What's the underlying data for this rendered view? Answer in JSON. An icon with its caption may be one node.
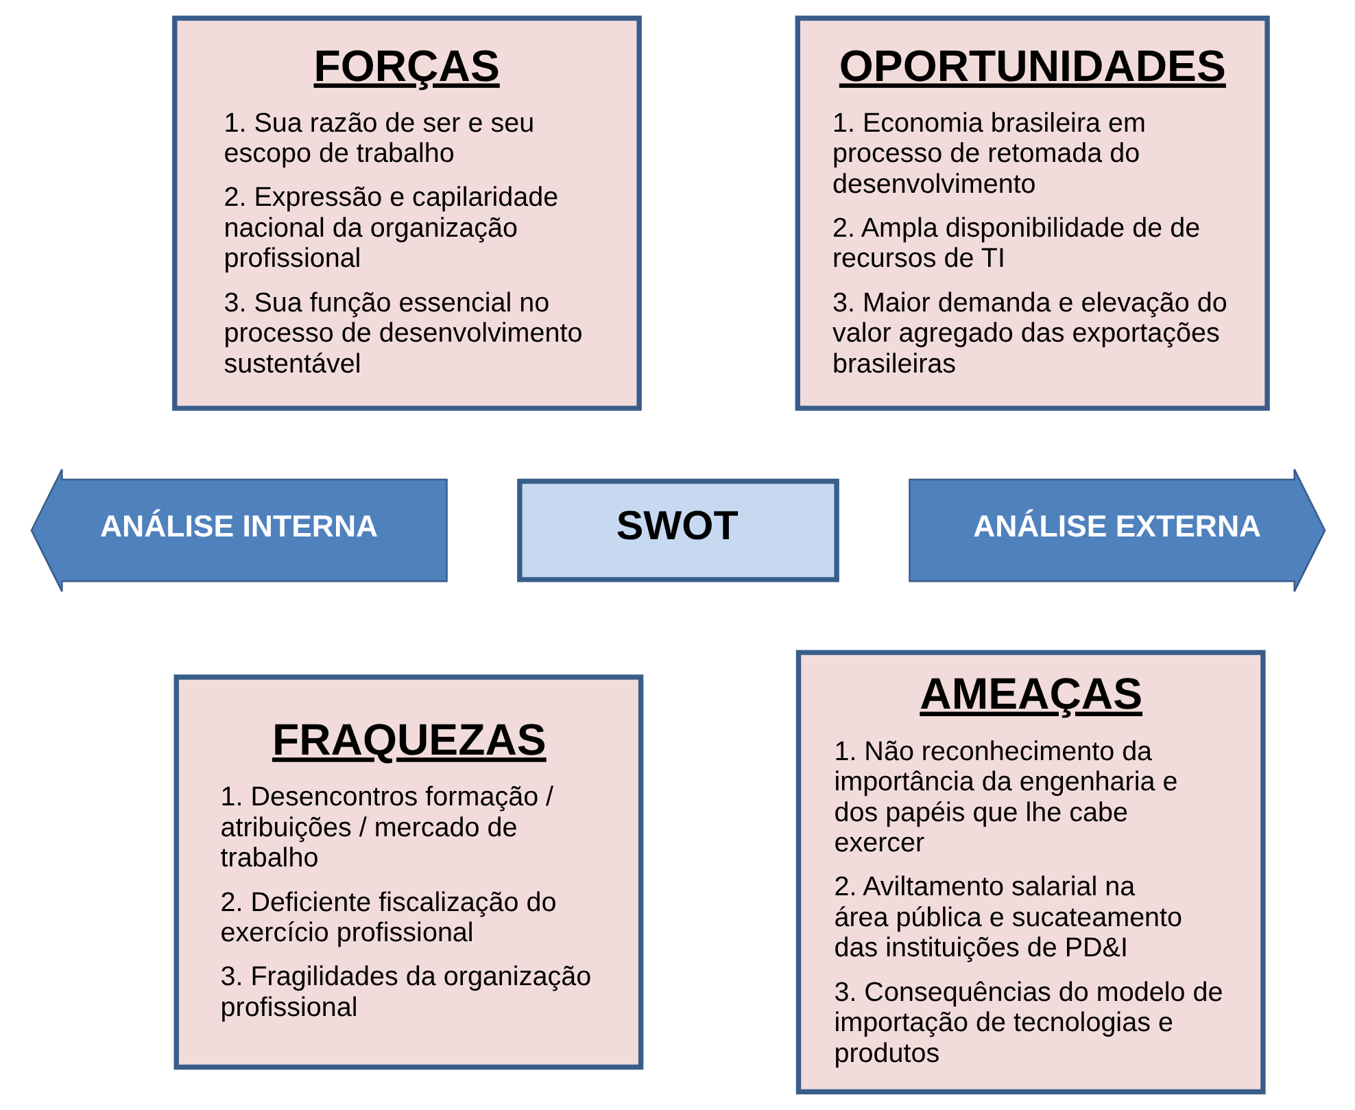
{
  "diagram": {
    "nodes": [
      {
        "text": [
          "FORÇAS",
          "1. Sua razão de ser e seu escopo de trabalho",
          "2. Expressão e capilaridade nacional da organização profissional",
          "3. Sua função essencial no processo de desenvolvimento sustentável"
        ]
      },
      {
        "text": [
          "OPORTUNIDADES",
          "1. Economia brasileira em processo de retomada do desenvolvimento",
          "2. Ampla disponibilidade de de recursos de TI",
          "3. Maior demanda e elevação do valor agregado das exportações brasileiras"
        ]
      },
      {
        "text": [
          "ANÁLISE INTERNA"
        ]
      },
      {
        "text": [
          "SWOT"
        ]
      },
      {
        "text": [
          "ANÁLISE EXTERNA"
        ]
      },
      {
        "text": [
          "FRAQUEZAS",
          "1. Desencontros formação / atribuições / mercado de trabalho",
          "2. Deficiente fiscalização do exercício profissional",
          "3. Fragilidades da organização profissional"
        ]
      },
      {
        "text": [
          "AMEAÇAS",
          "1. Não reconhecimento da importância da engenharia e dos papéis que lhe cabe exercer",
          "2. Aviltamento salarial na área pública e sucateamento das instituições de PD&I",
          "3. Consequências do modelo de importação de tecnologias e produtos"
        ]
      }
    ]
  }
}
